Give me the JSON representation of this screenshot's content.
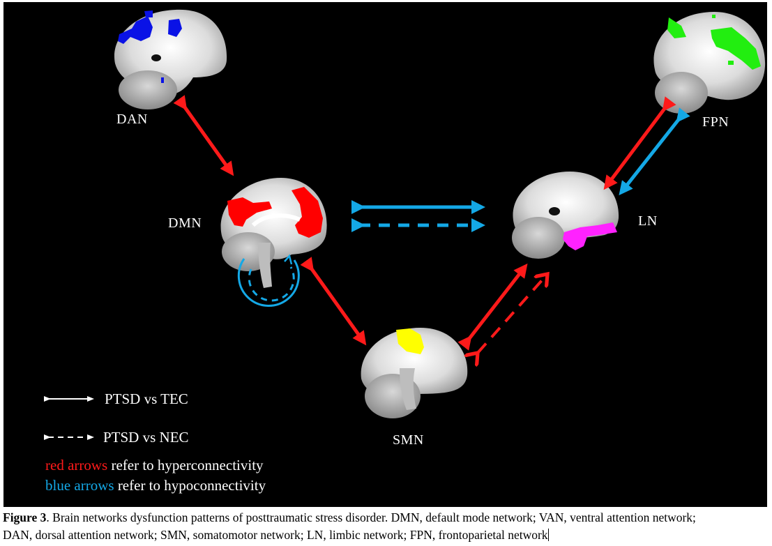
{
  "figure": {
    "nodes": [
      {
        "id": "DAN",
        "label": "DAN",
        "highlight_color": "#0a12e6"
      },
      {
        "id": "FPN",
        "label": "FPN",
        "highlight_color": "#22ee10"
      },
      {
        "id": "DMN",
        "label": "DMN",
        "highlight_color": "#ff0000"
      },
      {
        "id": "LN",
        "label": "LN",
        "highlight_color": "#ff22ff"
      },
      {
        "id": "SMN",
        "label": "SMN",
        "highlight_color": "#ffff00"
      }
    ],
    "connections": [
      {
        "from": "DAN",
        "to": "DMN",
        "color": "red",
        "style": "solid"
      },
      {
        "from": "FPN",
        "to": "LN",
        "color": "red",
        "style": "solid"
      },
      {
        "from": "FPN",
        "to": "LN",
        "color": "blue",
        "style": "solid"
      },
      {
        "from": "DMN",
        "to": "LN",
        "color": "blue",
        "style": "solid"
      },
      {
        "from": "DMN",
        "to": "LN",
        "color": "blue",
        "style": "dashed"
      },
      {
        "from": "DMN",
        "to": "DMN",
        "color": "blue",
        "style": "solid-and-dashed-loop"
      },
      {
        "from": "DMN",
        "to": "SMN",
        "color": "red",
        "style": "solid"
      },
      {
        "from": "SMN",
        "to": "LN",
        "color": "red",
        "style": "solid"
      },
      {
        "from": "SMN",
        "to": "LN",
        "color": "red",
        "style": "dashed"
      }
    ],
    "legend": {
      "solid_label": "PTSD vs TEC",
      "dashed_label": "PTSD vs NEC",
      "red_key": "red arrows",
      "red_desc": " refer to hyperconnectivity",
      "blue_key": "blue arrows",
      "blue_desc": " refer to hypoconnectivity"
    },
    "colors": {
      "red": "#ff1a1a",
      "blue": "#14a8e6",
      "background": "#000000"
    }
  },
  "caption": {
    "label": "Figure 3",
    "text_line1": ". Brain networks dysfunction patterns of posttraumatic stress disorder. DMN, default mode network; VAN, ventral attention network;",
    "text_line2": "DAN, dorsal attention network; SMN, somatomotor network; LN, limbic network; FPN, frontoparietal network"
  }
}
